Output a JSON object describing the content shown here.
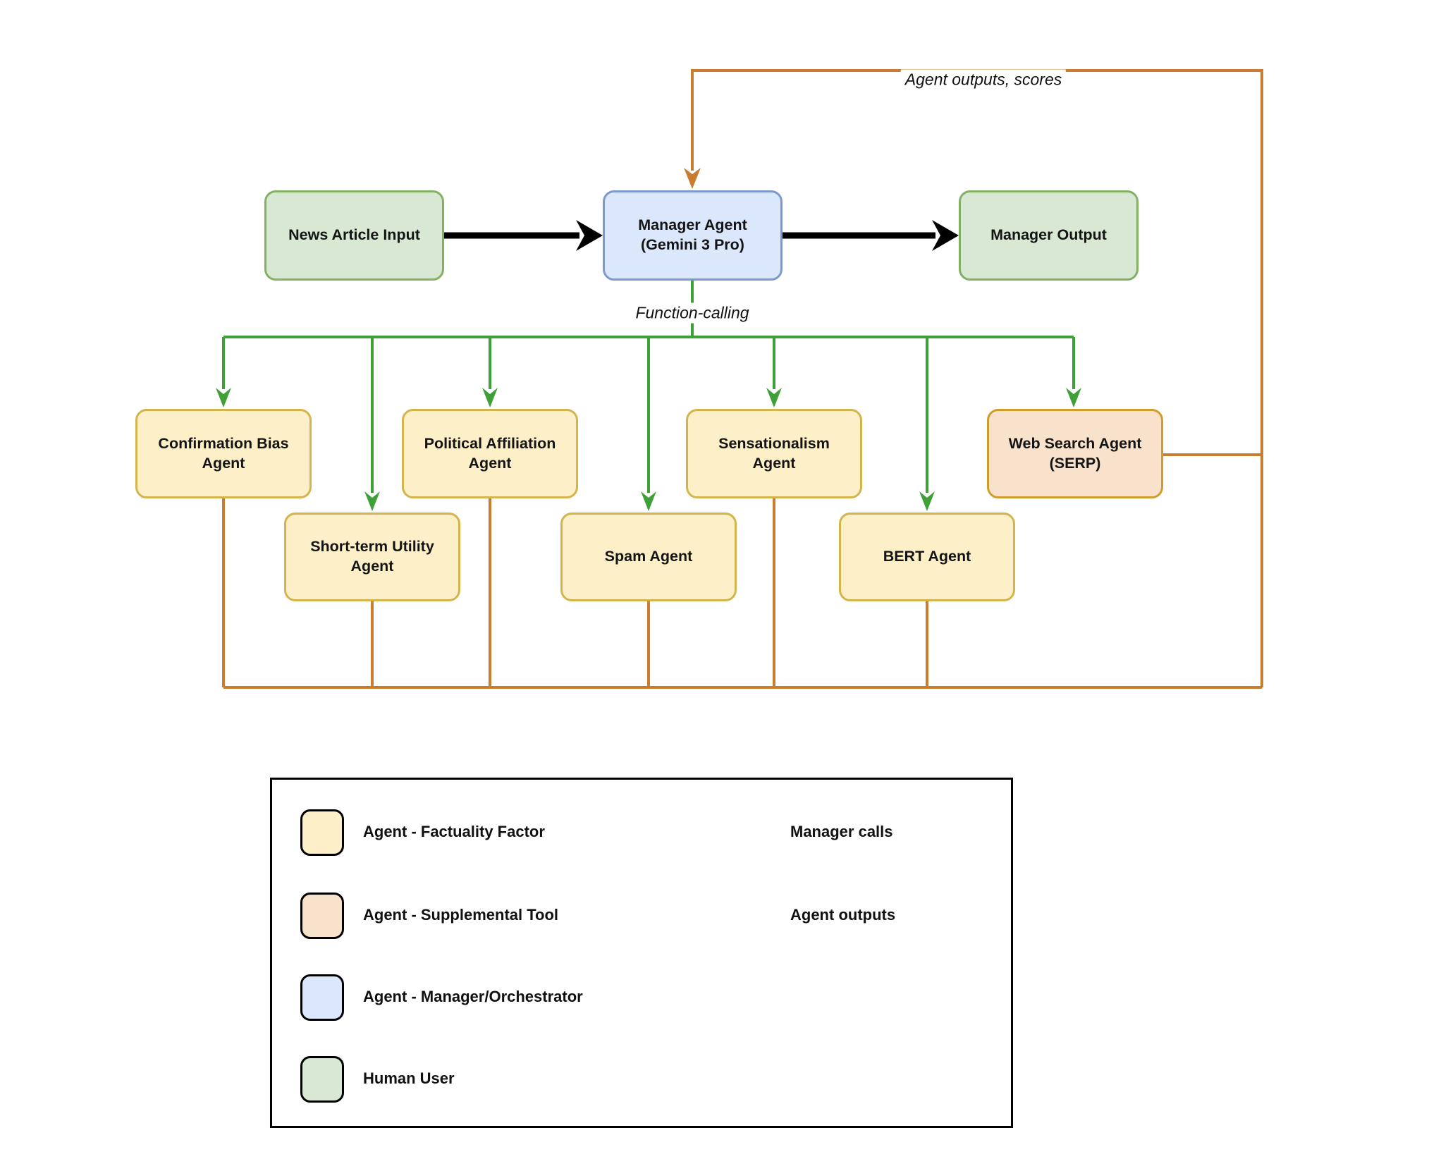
{
  "colors": {
    "green_fill": "#d9e8d2",
    "green_border": "#84b064",
    "blue_fill": "#dbe7fa",
    "blue_border": "#7c99cf",
    "yellow_fill": "#fdf0c9",
    "yellow_border": "#d4b44c",
    "orange_fill": "#f9e2cb",
    "orange_border": "#d09c2c",
    "green_line": "#3fa037",
    "orange_line": "#c87d30",
    "black": "#000000"
  },
  "nodes": {
    "news": {
      "line1": "News Article Input"
    },
    "manager": {
      "line1": "Manager Agent",
      "line2": "(Gemini 3 Pro)"
    },
    "output": {
      "line1": "Manager Output"
    },
    "confirmation": {
      "line1": "Confirmation Bias",
      "line2": "Agent"
    },
    "political": {
      "line1": "Political Affiliation",
      "line2": "Agent"
    },
    "sensationalism": {
      "line1": "Sensationalism",
      "line2": "Agent"
    },
    "websearch": {
      "line1": "Web Search Agent",
      "line2": "(SERP)"
    },
    "shortterm": {
      "line1": "Short-term Utility",
      "line2": "Agent"
    },
    "spam": {
      "line1": "Spam Agent"
    },
    "bert": {
      "line1": "BERT Agent"
    }
  },
  "edge_labels": {
    "feedback": "Agent outputs, scores",
    "function_calling": "Function-calling"
  },
  "legend": {
    "factuality": {
      "label": "Agent - Factuality Factor"
    },
    "supplemental": {
      "label": "Agent - Supplemental Tool"
    },
    "orchestrator": {
      "label": "Agent - Manager/Orchestrator"
    },
    "human": {
      "label": "Human User"
    },
    "manager_calls": {
      "label": "Manager calls"
    },
    "agent_outputs": {
      "label": "Agent outputs"
    }
  }
}
